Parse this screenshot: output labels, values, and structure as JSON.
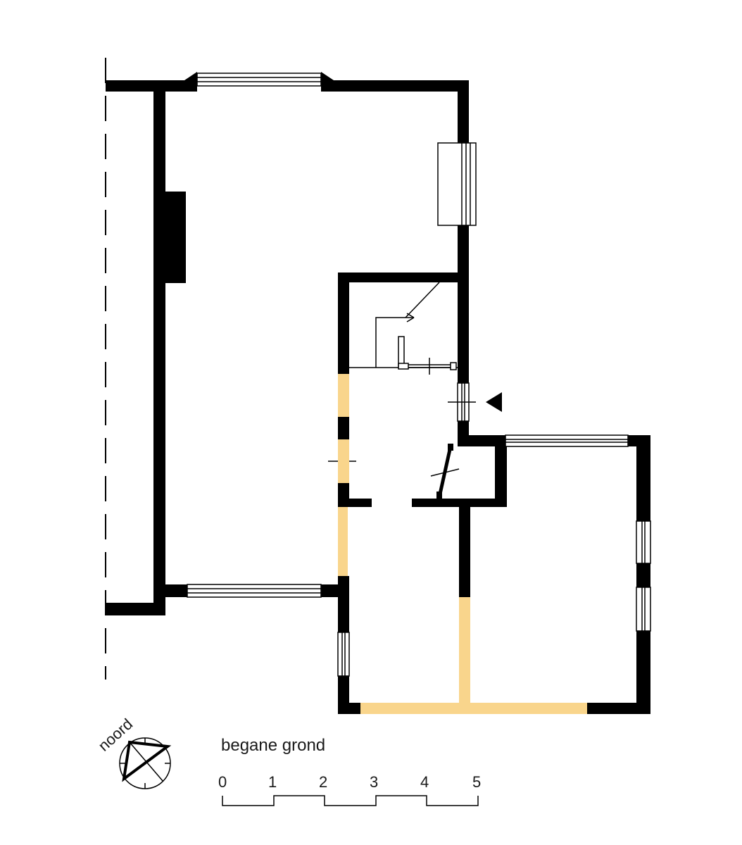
{
  "floor_label": "begane grond",
  "north_label": "noord",
  "scale": {
    "labels": [
      "0",
      "1",
      "2",
      "3",
      "4",
      "5"
    ]
  },
  "colors": {
    "wall": "#000000",
    "new_wall": "#f9d58c",
    "background": "#ffffff"
  },
  "icons": {
    "entrance": "entrance-triangle-icon",
    "north": "north-compass-icon"
  }
}
